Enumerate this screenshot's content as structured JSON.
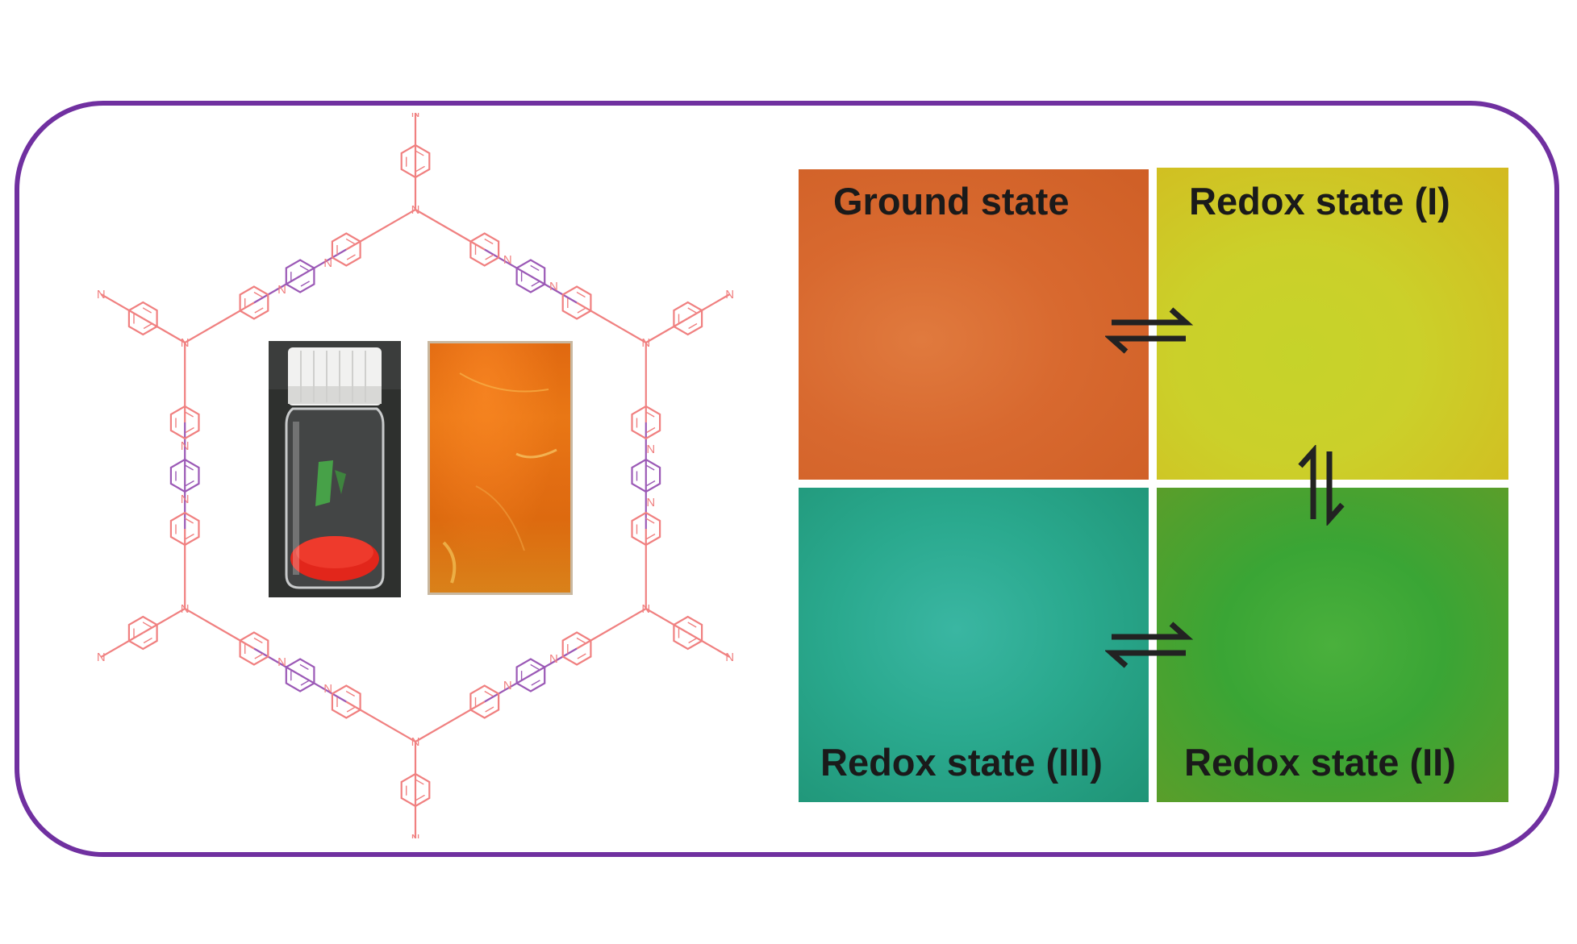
{
  "labels": {
    "ground": "Ground state",
    "redox1": "Redox state (I)",
    "redox2": "Redox state (II)",
    "redox3": "Redox state (III)"
  },
  "structure": {
    "atom_label": "N"
  },
  "colors": {
    "frame": "#7030a0",
    "tpa_unit": "#f08080",
    "linker_unit": "#9b59b6",
    "ground_state": "#d8692f",
    "redox_state_1": "#c8cc2a",
    "redox_state_2": "#3fa836",
    "redox_state_3": "#2aa98e"
  },
  "icons": {
    "equilibrium": "equilibrium-arrows-icon",
    "vial": "sample-vial-photo",
    "film": "polymer-film-photo"
  }
}
